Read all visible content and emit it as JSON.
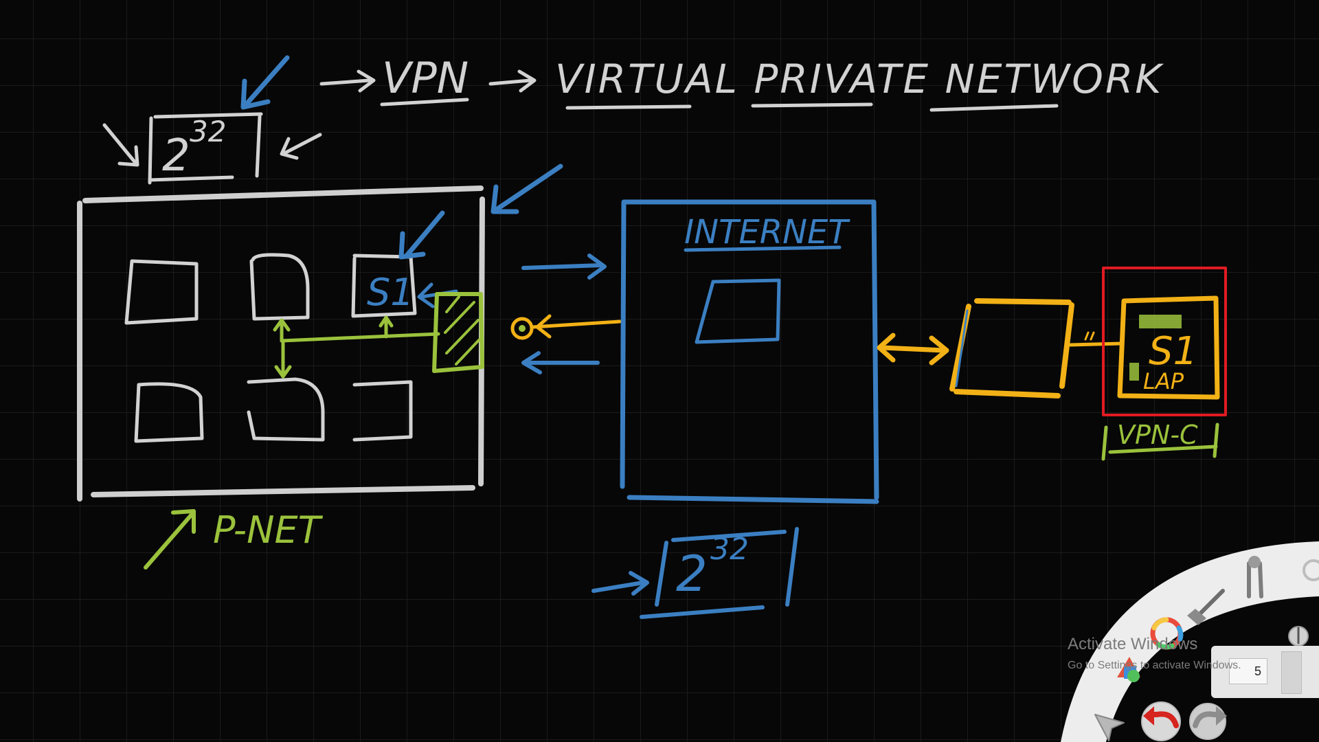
{
  "title": {
    "vpn": "VPN",
    "expansion": "VIRTUAL PRIVATE NETWORK"
  },
  "labels": {
    "address_space_base": "2",
    "address_space_exp": "32",
    "internet": "INTERNET",
    "private_network": "P-NET",
    "device_s1": "S1",
    "laptop_s1": "S1",
    "laptop_lap": "LAP",
    "vpn_client": "VPN-C",
    "public_space_base": "2",
    "public_space_exp": "32"
  },
  "colors": {
    "background": "#070707",
    "chalk_white": "#d2d2d2",
    "blue": "#3b7fc2",
    "green": "#9bc23c",
    "orange": "#f2b116",
    "highlight_red": "#e01b22"
  },
  "overlay": {
    "watermark_title": "Activate Windows",
    "watermark_subtitle": "Go to Settings to activate Windows.",
    "page_number": "5"
  },
  "toolbar_icons": [
    "brush-icon",
    "tools-icon",
    "settings-icon",
    "color-wheel-icon",
    "pencil-icon",
    "shapes-icon",
    "select-icon",
    "undo-icon",
    "redo-icon"
  ]
}
